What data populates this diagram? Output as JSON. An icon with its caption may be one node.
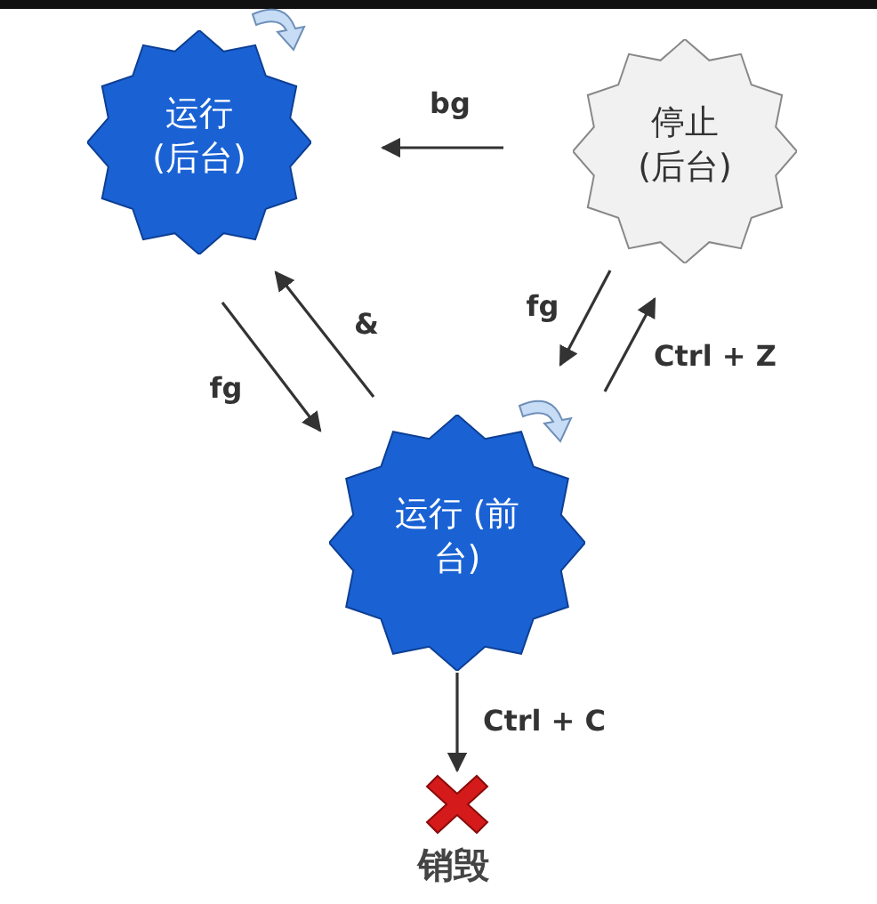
{
  "diagram": {
    "nodes": [
      {
        "text": [
          "运行 (后台)"
        ]
      },
      {
        "text": [
          "停止 (后台)"
        ]
      },
      {
        "text": [
          "运行 (前台)"
        ]
      },
      {
        "text": [
          "销毁"
        ]
      }
    ],
    "edges": [
      {
        "from": 1,
        "to": 0,
        "arrow": "to",
        "label": "bg"
      },
      {
        "from": 0,
        "to": 2,
        "arrow": "to",
        "label": "fg"
      },
      {
        "from": 2,
        "to": 0,
        "arrow": "to",
        "label": "&"
      },
      {
        "from": 1,
        "to": 2,
        "arrow": "to",
        "label": "fg"
      },
      {
        "from": 2,
        "to": 1,
        "arrow": "to",
        "label": "Ctrl + Z"
      },
      {
        "from": 2,
        "to": 3,
        "arrow": "to",
        "label": "Ctrl + C"
      }
    ]
  }
}
